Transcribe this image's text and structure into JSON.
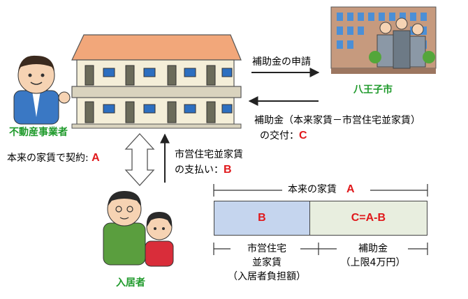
{
  "actors": {
    "landlord": "不動産事業者",
    "city": "八王子市",
    "tenant": "入居者"
  },
  "flows": {
    "application": "補助金の申請",
    "grant_line1": "補助金（本来家賃－市営住宅並家賃）",
    "grant_line2_prefix": "の交付：",
    "grant_letter": "C",
    "contract_prefix": "本来の家賃で契約:",
    "contract_letter": "A",
    "payment_line1": "市営住宅並家賃",
    "payment_line2_prefix": "の支払い：",
    "payment_letter": "B"
  },
  "rent_bar": {
    "title_prefix": "本来の家賃",
    "title_letter": "A",
    "segment_b": {
      "label": "B",
      "fraction": 0.45,
      "color": "#c5d5ee"
    },
    "segment_c": {
      "label": "C=A-B",
      "fraction": 0.55,
      "color": "#e8eedf"
    },
    "b_caption": [
      "市営住宅",
      "並家賃",
      "（入居者負担額）"
    ],
    "c_caption": [
      "補助金",
      "（上限4万円）"
    ]
  },
  "colors": {
    "accent_red": "#e0181b",
    "actor_green": "#1f9a2b"
  }
}
